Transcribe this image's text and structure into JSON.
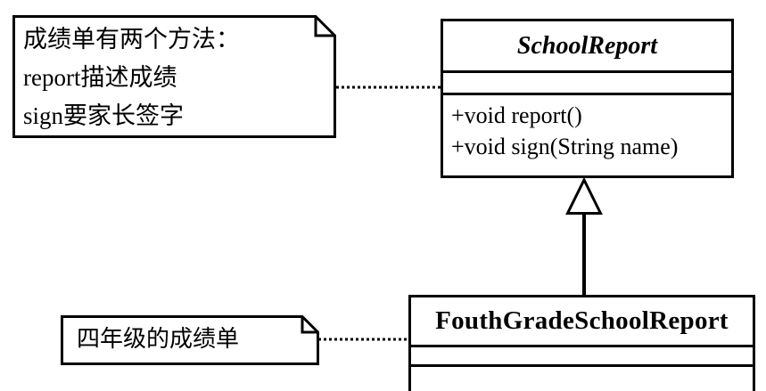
{
  "diagram": {
    "type": "uml-class-diagram",
    "title": "SchoolReport class hierarchy",
    "background_color": "#ffffff",
    "line_color": "#000000"
  },
  "notes": [
    {
      "id": "note-methods",
      "text": "成绩单有两个方法：\nreport描述成绩\nsign要家长签字",
      "lines": [
        "成绩单有两个方法：",
        "report描述成绩",
        "sign要家长签字"
      ],
      "attached_to": "SchoolReport"
    },
    {
      "id": "note-fourthgrade",
      "text": "四年级的成绩单",
      "lines": [
        "四年级的成绩单"
      ],
      "attached_to": "FouthGradeSchoolReport"
    }
  ],
  "classes": [
    {
      "id": "class-schoolreport",
      "name": "SchoolReport",
      "abstract": true,
      "attributes": [],
      "attributes_text": "",
      "methods": [
        "+void report()",
        "+void sign(String name)"
      ],
      "methods_text": "+void report()\n+void sign(String name)"
    },
    {
      "id": "class-fouthgrade",
      "name": "FouthGradeSchoolReport",
      "abstract": false,
      "attributes": [],
      "attributes_text": "",
      "methods": [],
      "methods_text": ""
    }
  ],
  "relationships": [
    {
      "id": "generalization-arrow",
      "kind": "generalization",
      "label": "",
      "from": "FouthGradeSchoolReport",
      "to": "SchoolReport",
      "arrow": "hollow-triangle"
    },
    {
      "id": "link-note-methods",
      "kind": "note-anchor",
      "label": "",
      "from": "note-methods",
      "to": "SchoolReport",
      "style": "dotted"
    },
    {
      "id": "link-note-fourthgrade",
      "kind": "note-anchor",
      "label": "",
      "from": "note-fourthgrade",
      "to": "FouthGradeSchoolReport",
      "style": "dotted"
    }
  ]
}
